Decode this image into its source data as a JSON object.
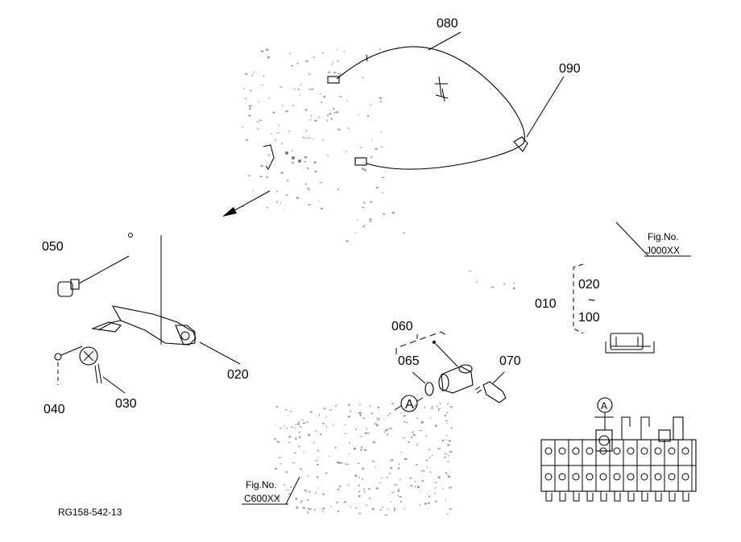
{
  "drawing": {
    "reference": "RG158-542-13",
    "callouts": {
      "p010": "010",
      "p020": "020",
      "p030": "030",
      "p040": "040",
      "p050": "050",
      "p060": "060",
      "p065": "065",
      "p070": "070",
      "p080": "080",
      "p090": "090"
    },
    "legend_range": {
      "from": "020",
      "tilde": "~",
      "to": "100"
    },
    "marker_a": "A",
    "fig_refs": [
      {
        "title": "Fig.No.",
        "code": "J000XX"
      },
      {
        "title": "Fig.No.",
        "code": "C600XX"
      }
    ]
  }
}
